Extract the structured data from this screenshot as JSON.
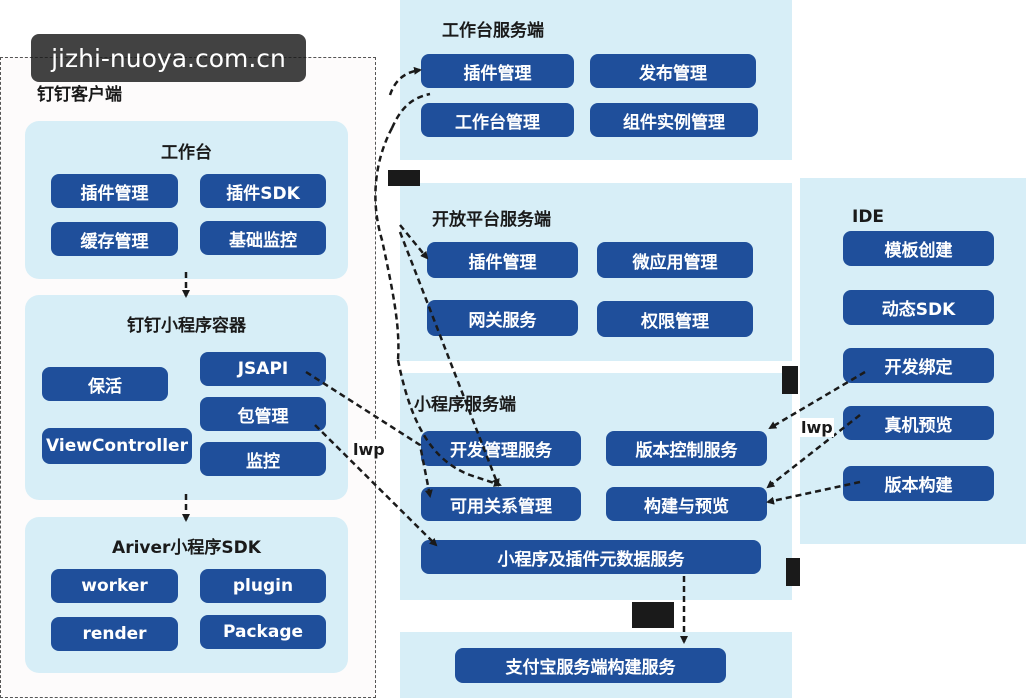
{
  "watermark": "jizhi-nuoya.com.cn",
  "client": {
    "title": "钉钉客户端",
    "workbench": {
      "title": "工作台",
      "items": [
        "插件管理",
        "插件SDK",
        "缓存管理",
        "基础监控"
      ]
    },
    "container": {
      "title": "钉钉小程序容器",
      "items": [
        "保活",
        "JSAPI",
        "包管理",
        "ViewController",
        "监控"
      ]
    },
    "sdk": {
      "title": "Ariver小程序SDK",
      "items": [
        "worker",
        "plugin",
        "render",
        "Package"
      ]
    }
  },
  "workbench_server": {
    "title": "工作台服务端",
    "items": [
      "插件管理",
      "发布管理",
      "工作台管理",
      "组件实例管理"
    ]
  },
  "open_platform": {
    "title": "开放平台服务端",
    "items": [
      "插件管理",
      "微应用管理",
      "网关服务",
      "权限管理"
    ]
  },
  "miniapp_server": {
    "title": "小程序服务端",
    "items": [
      "开发管理服务",
      "版本控制服务",
      "可用关系管理",
      "构建与预览",
      "小程序及插件元数据服务"
    ]
  },
  "ide": {
    "title": "IDE",
    "items": [
      "模板创建",
      "动态SDK",
      "开发绑定",
      "真机预览",
      "版本构建"
    ]
  },
  "alipay": {
    "item": "支付宝服务端构建服务"
  },
  "labels": {
    "lwp_left": "lwp",
    "lwp_right": "lwp"
  },
  "colors": {
    "panel": "#d7eef7",
    "button": "#1f4f9b",
    "button_text": "#ffffff",
    "frame": "#555555"
  }
}
